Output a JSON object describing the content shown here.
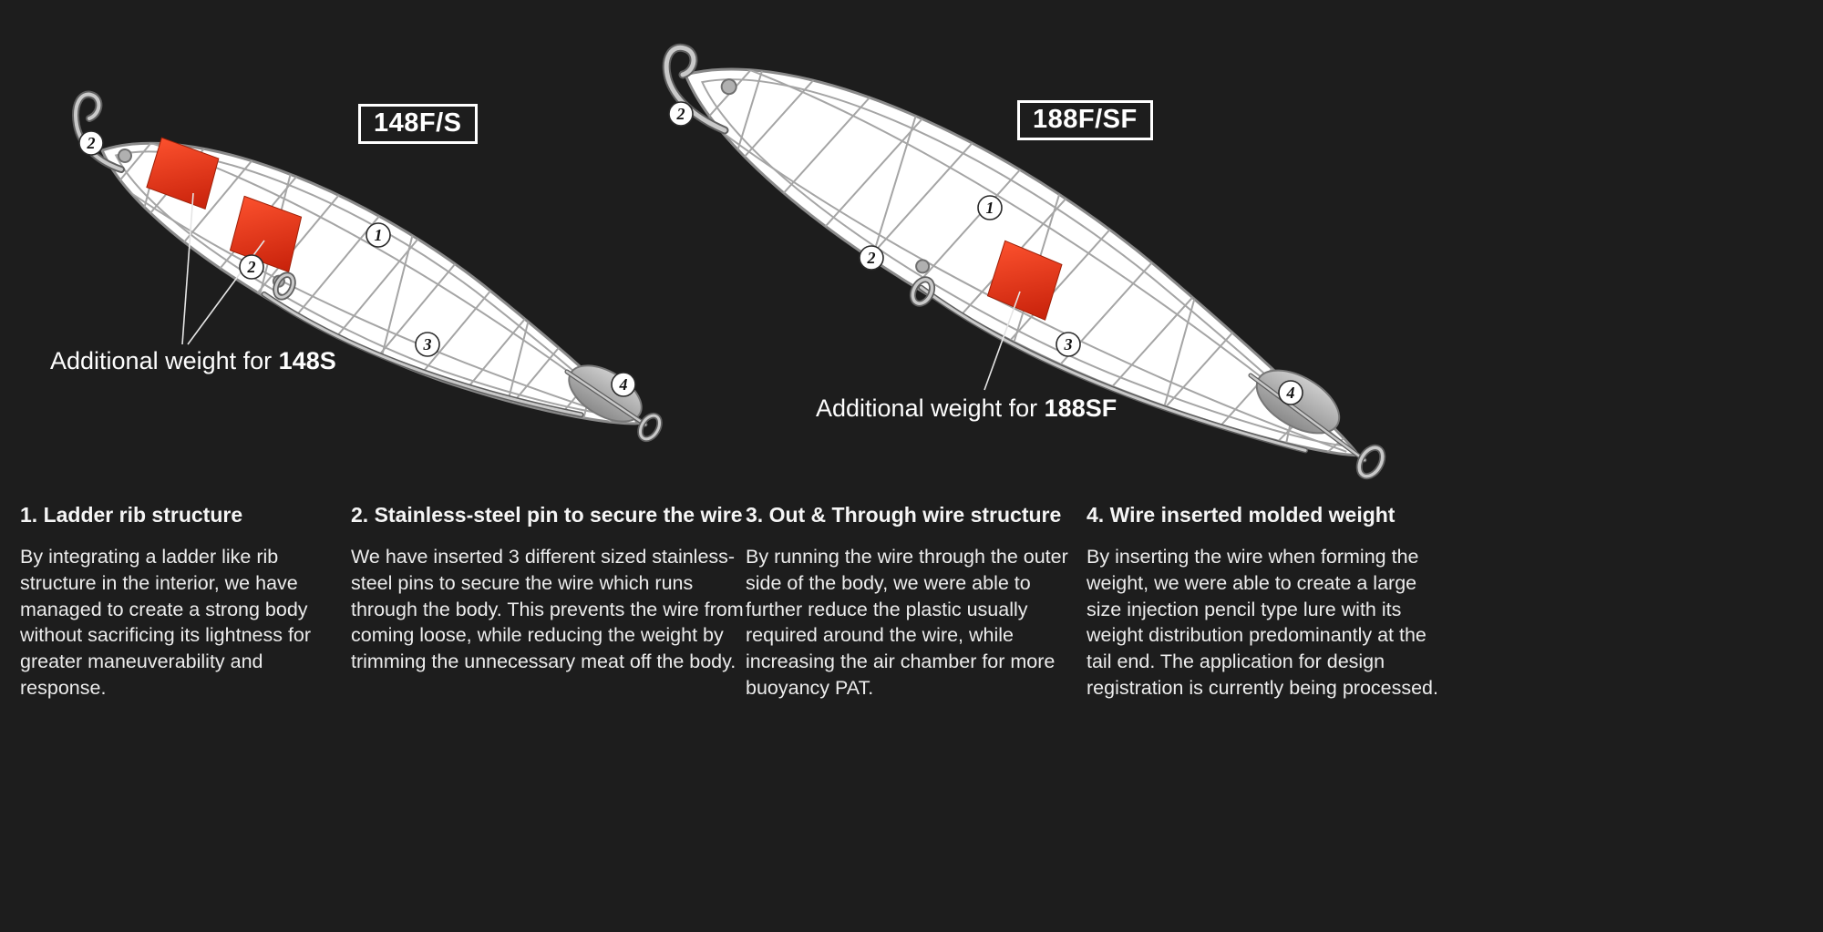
{
  "colors": {
    "background": "#1d1d1d",
    "text": "#efefef",
    "accent_red": "#e23114",
    "body_white": "#ffffff",
    "outline_gray": "#8a8a8a",
    "wire_gray": "#c9c9c9"
  },
  "diagrams": [
    {
      "model_label": "148F/S",
      "weight_note_prefix": "Additional weight for ",
      "weight_note_model": "148S",
      "markers": {
        "m1": "1",
        "m2a": "2",
        "m2b": "2",
        "m3": "3",
        "m4": "4"
      }
    },
    {
      "model_label": "188F/SF",
      "weight_note_prefix": "Additional weight for ",
      "weight_note_model": "188SF",
      "markers": {
        "m1": "1",
        "m2a": "2",
        "m2b": "2",
        "m3": "3",
        "m4": "4"
      }
    }
  ],
  "features": [
    {
      "title": "1. Ladder rib structure",
      "body": "By integrating a ladder like rib structure in the interior, we have managed to create a strong body without sacrificing its lightness for greater maneuverability and response."
    },
    {
      "title": "2. Stainless-steel pin to secure the wire",
      "body": "We have inserted 3 different sized stainless-steel pins to secure the wire which runs through the body. This prevents the wire from coming loose, while reducing the weight by trimming the unnecessary meat off the body."
    },
    {
      "title": "3. Out & Through wire structure",
      "body": "By running the wire through the outer side of the body, we were able to further reduce the plastic usually required around the wire, while increasing the air chamber for more buoyancy PAT."
    },
    {
      "title": "4. Wire inserted molded weight",
      "body": "By inserting the wire when forming the weight, we were able to create a large size injection pencil type lure with its weight distribution predominantly at the tail end. The application for design registration is currently being processed."
    }
  ]
}
